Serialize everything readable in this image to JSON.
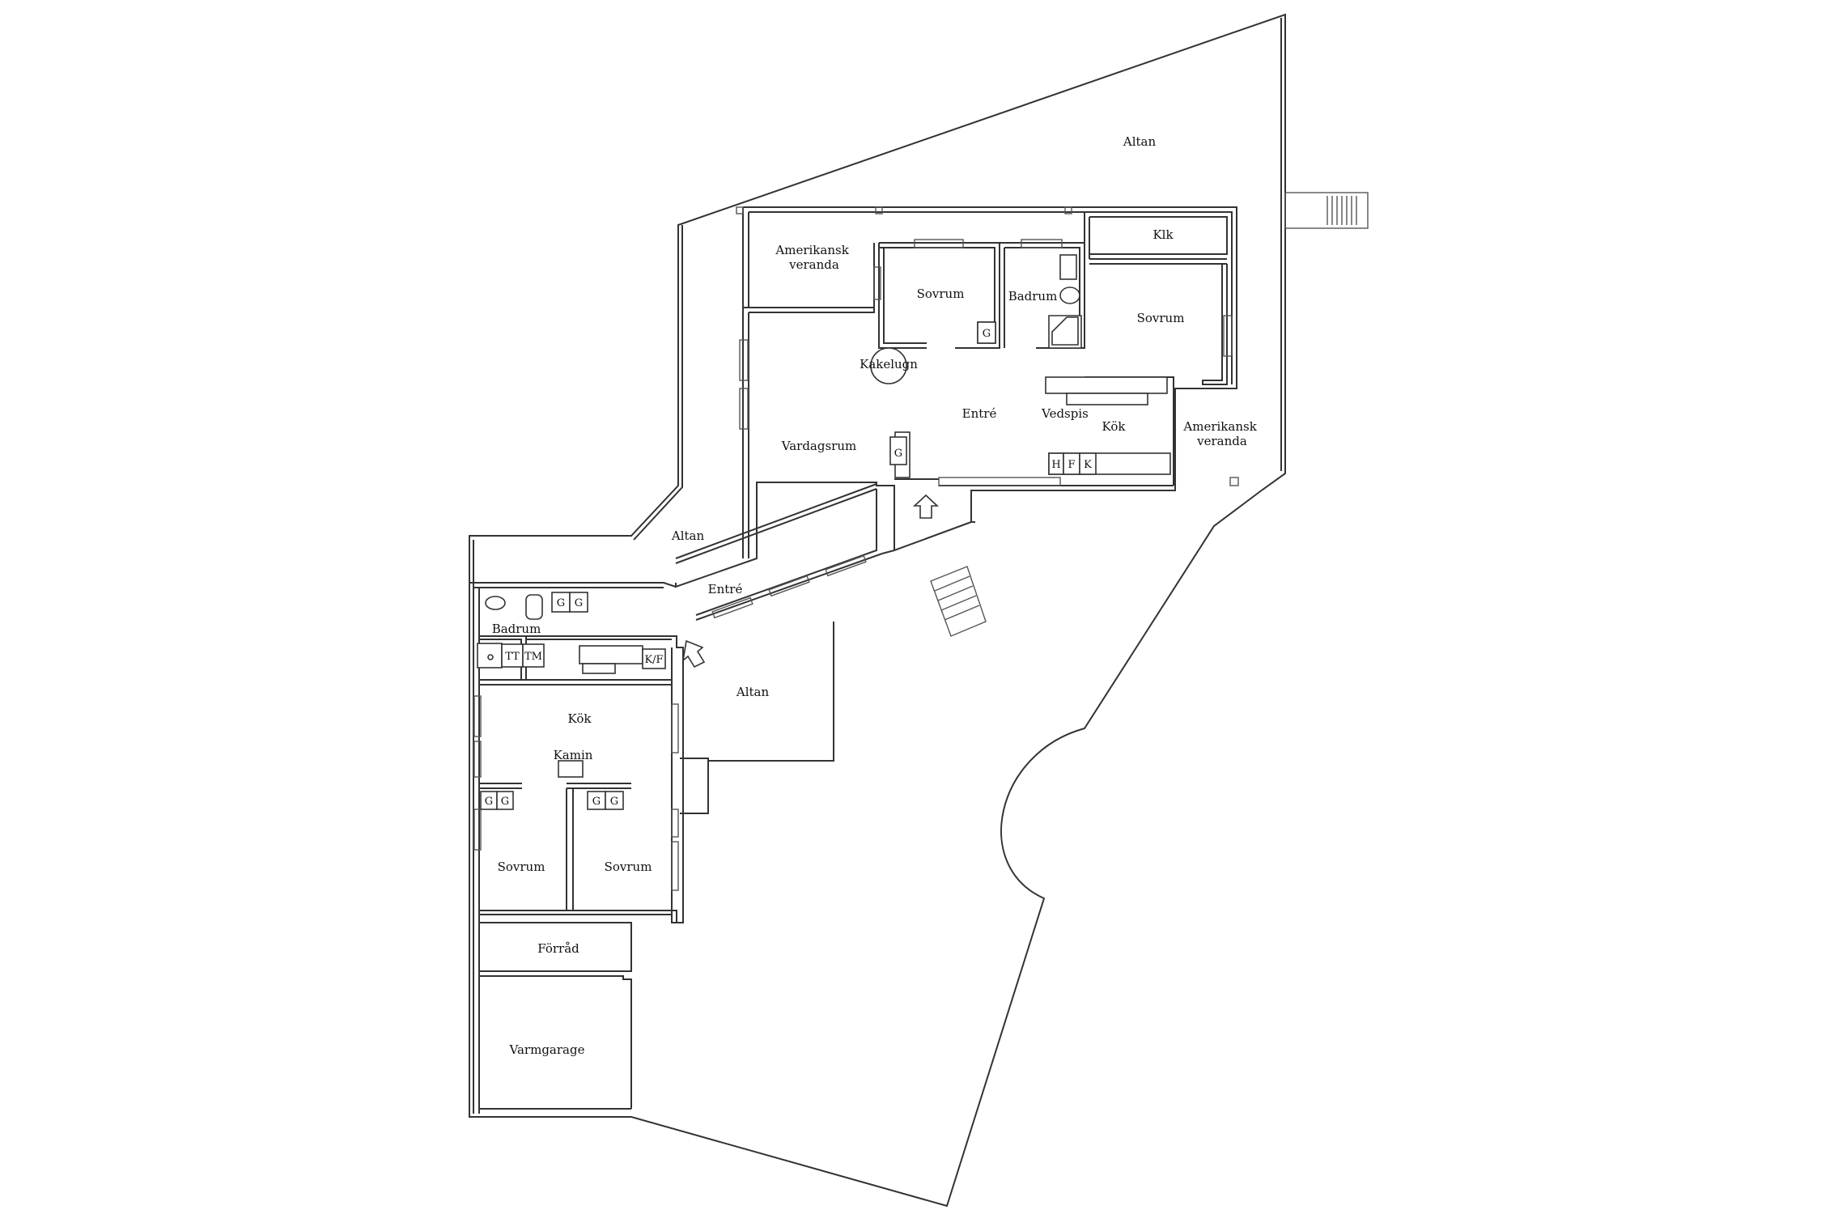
{
  "labels": {
    "altan_top": "Altan",
    "altan_left": "Altan",
    "altan_mid": "Altan",
    "amerikansk_veranda_nw": "Amerikansk\nveranda",
    "amerikansk_veranda_e": "Amerikansk\nveranda",
    "klk": "Klk",
    "sovrum_upper_1": "Sovrum",
    "sovrum_upper_2": "Sovrum",
    "badrum_upper": "Badrum",
    "kakelugn": "Kakelugn",
    "entre_upper": "Entré",
    "vedspis": "Vedspis",
    "kok_upper": "Kök",
    "vardagsrum": "Vardagsrum",
    "entre_lower": "Entré",
    "badrum_lower": "Badrum",
    "kok_lower": "Kök",
    "kamin": "Kamin",
    "sovrum_lower_1": "Sovrum",
    "sovrum_lower_2": "Sovrum",
    "forrad": "Förråd",
    "varmgarage": "Varmgarage"
  },
  "fixtures": {
    "g": "G",
    "h": "H",
    "f": "F",
    "k": "K",
    "tt": "TT",
    "tm": "TM",
    "kf": "K/F"
  }
}
